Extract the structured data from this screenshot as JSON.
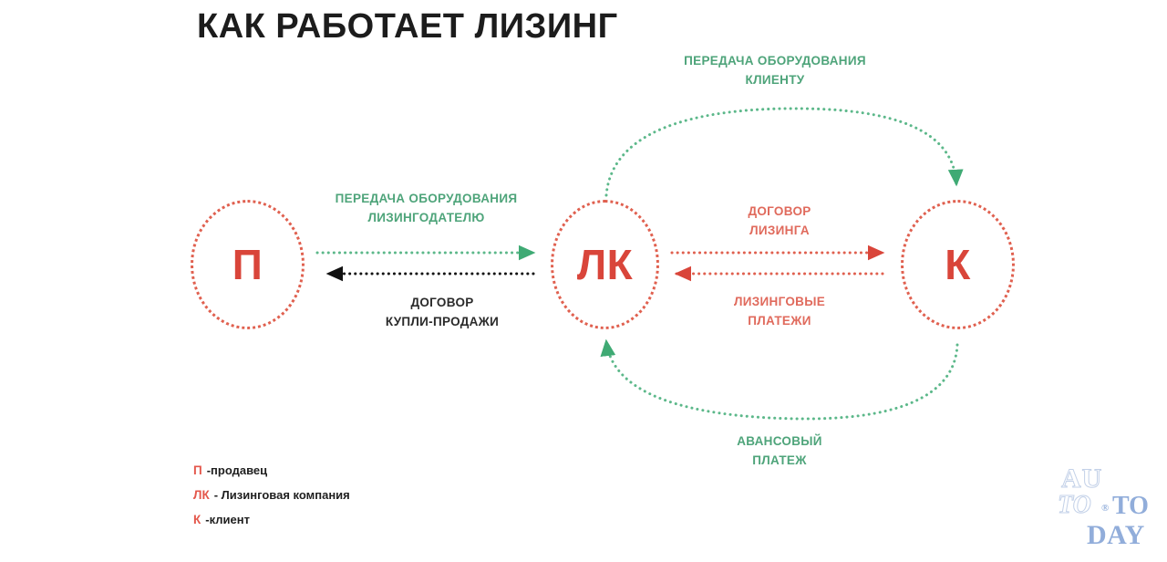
{
  "page": {
    "title": "КАК РАБОТАЕТ ЛИЗИНГ",
    "background_color": "#ffffff"
  },
  "colors": {
    "red": "#d9453a",
    "red_light": "#e06a5c",
    "green": "#4ea47a",
    "green_dot": "#5cb88a",
    "dark": "#1c1c1c",
    "watermark_blue": "#7e9fd4"
  },
  "nodes": [
    {
      "id": "p",
      "label": "П",
      "meaning": "продавец"
    },
    {
      "id": "lk",
      "label": "ЛК",
      "meaning": "Лизинговая компания"
    },
    {
      "id": "k",
      "label": "К",
      "meaning": "клиент"
    }
  ],
  "edges": {
    "equipment_to_client": {
      "label": "ПЕРЕДАЧА ОБОРУДОВАНИЯ\nКЛИЕНТУ",
      "color": "green",
      "from": "lk",
      "to": "k",
      "shape": "arc-top"
    },
    "equipment_to_lessor": {
      "label": "ПЕРЕДАЧА ОБОРУДОВАНИЯ\nЛИЗИНГОДАТЕЛЮ",
      "color": "green",
      "from": "p",
      "to": "lk",
      "shape": "straight"
    },
    "purchase_agreement": {
      "label": "ДОГОВОР\nКУПЛИ-ПРОДАЖИ",
      "color": "dark",
      "from": "lk",
      "to": "p",
      "shape": "straight"
    },
    "lease_agreement": {
      "label": "ДОГОВОР\nЛИЗИНГА",
      "color": "red",
      "from": "lk",
      "to": "k",
      "shape": "straight"
    },
    "lease_payments": {
      "label": "ЛИЗИНГОВЫЕ\nПЛАТЕЖИ",
      "color": "red",
      "from": "k",
      "to": "lk",
      "shape": "straight"
    },
    "advance_payment": {
      "label": "АВАНСОВЫЙ\nПЛАТЕЖ",
      "color": "green",
      "from": "k",
      "to": "lk",
      "shape": "arc-bottom"
    }
  },
  "legend": {
    "items": [
      {
        "key": "П",
        "text": "-продавец"
      },
      {
        "key": "ЛК",
        "text": "- Лизинговая компания"
      },
      {
        "key": "К",
        "text": "-клиент"
      }
    ]
  },
  "watermark": {
    "line1": "AU",
    "line2": "TO",
    "dot": "®",
    "line3": "TO",
    "line4": "DAY"
  }
}
